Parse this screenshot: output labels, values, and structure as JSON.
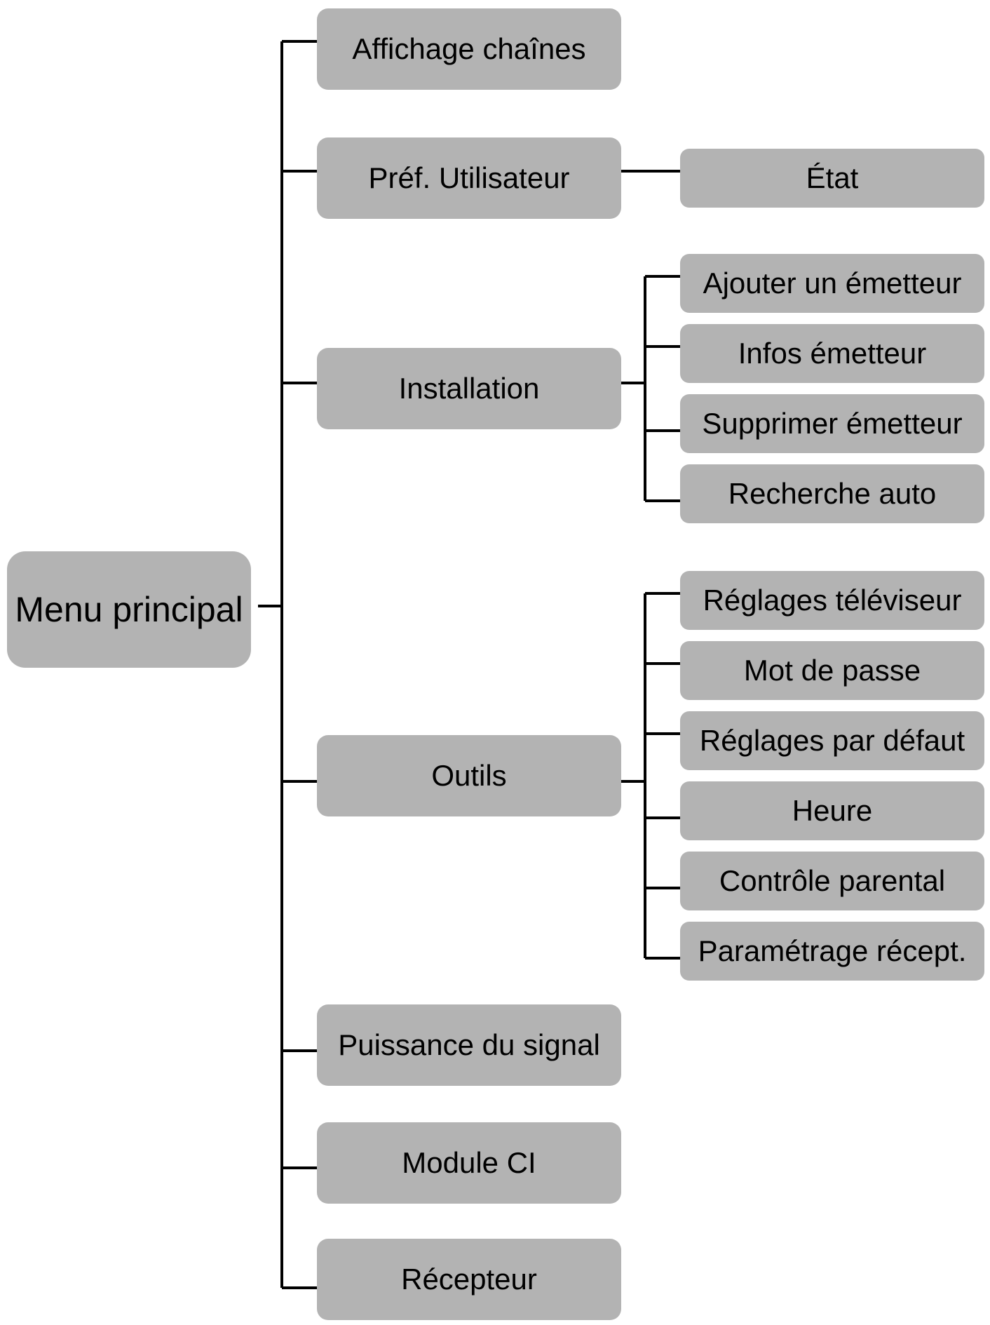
{
  "diagram": {
    "root": {
      "label": "Menu principal"
    },
    "main_items": [
      {
        "label": "Affichage chaînes",
        "children": []
      },
      {
        "label": "Préf. Utilisateur",
        "children": [
          {
            "label": "État"
          }
        ]
      },
      {
        "label": "Installation",
        "children": [
          {
            "label": "Ajouter un émetteur"
          },
          {
            "label": "Infos émetteur"
          },
          {
            "label": "Supprimer émetteur"
          },
          {
            "label": "Recherche auto"
          }
        ]
      },
      {
        "label": "Outils",
        "children": [
          {
            "label": "Réglages téléviseur"
          },
          {
            "label": "Mot de passe"
          },
          {
            "label": "Réglages par défaut"
          },
          {
            "label": "Heure"
          },
          {
            "label": "Contrôle parental"
          },
          {
            "label": "Paramétrage récept."
          }
        ]
      },
      {
        "label": "Puissance du signal",
        "children": []
      },
      {
        "label": "Module CI",
        "children": []
      },
      {
        "label": "Récepteur",
        "children": []
      }
    ],
    "colors": {
      "box_fill": "#b3b3b3",
      "connector": "#000000",
      "text": "#000000",
      "background": "#ffffff"
    }
  }
}
